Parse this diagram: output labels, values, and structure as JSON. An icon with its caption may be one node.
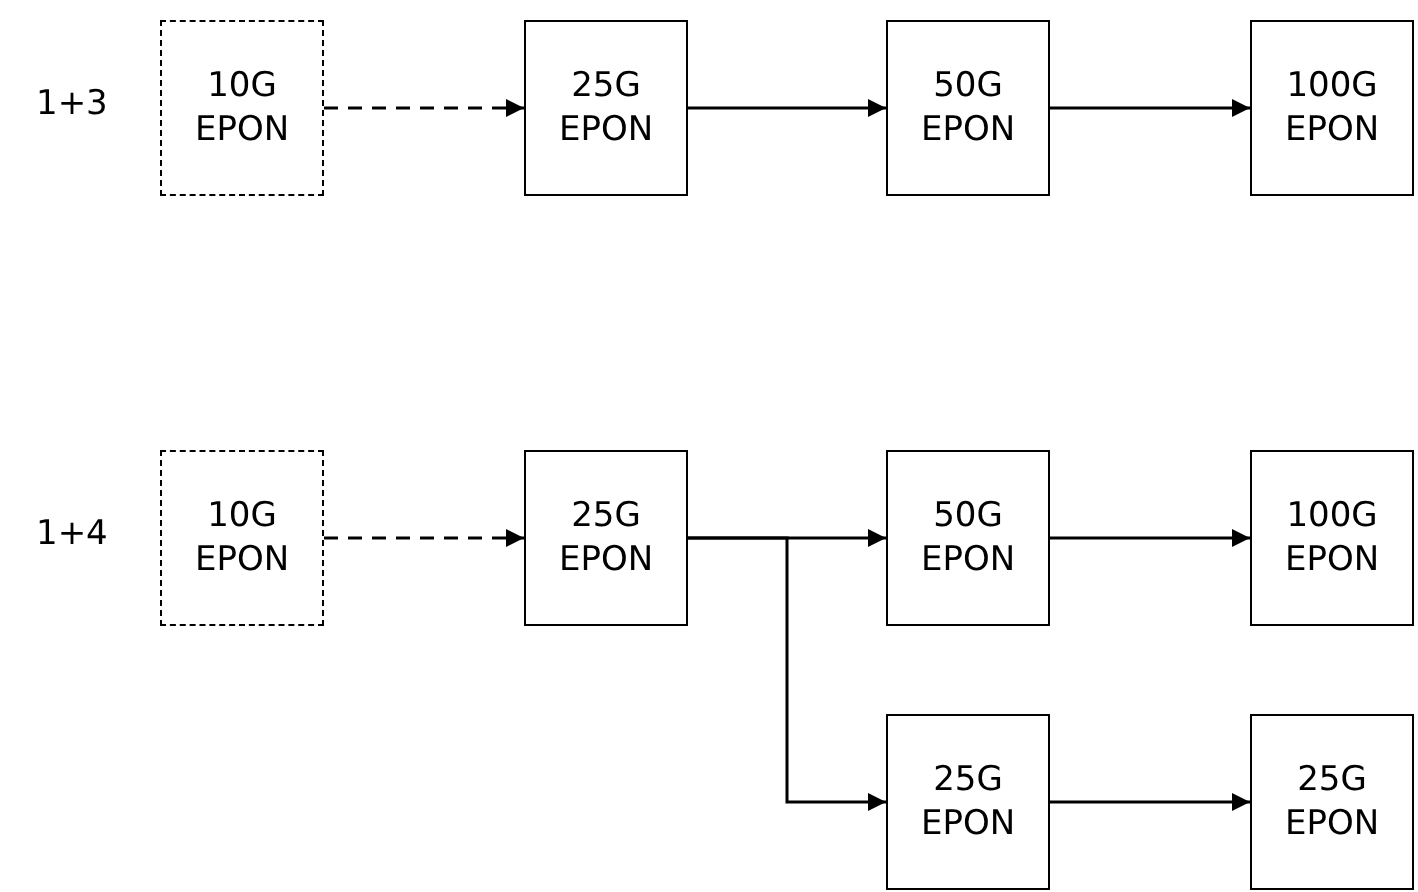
{
  "diagram": {
    "nodes": [
      {
        "text": [
          "10G EPON"
        ]
      },
      {
        "text": [
          "25G EPON"
        ]
      },
      {
        "text": [
          "50G EPON"
        ]
      },
      {
        "text": [
          "100G EPON"
        ]
      },
      {
        "text": [
          "10G EPON"
        ]
      },
      {
        "text": [
          "25G EPON"
        ]
      },
      {
        "text": [
          "50G EPON"
        ]
      },
      {
        "text": [
          "100G EPON"
        ]
      },
      {
        "text": [
          "25G EPON"
        ]
      },
      {
        "text": [
          "25G EPON"
        ]
      }
    ],
    "edges": [
      {
        "from": 0,
        "to": 1,
        "arrow": "to",
        "style": "dashed"
      },
      {
        "from": 1,
        "to": 2,
        "arrow": "to"
      },
      {
        "from": 2,
        "to": 3,
        "arrow": "to"
      },
      {
        "from": 4,
        "to": 5,
        "arrow": "to",
        "style": "dashed"
      },
      {
        "from": 5,
        "to": 6,
        "arrow": "to"
      },
      {
        "from": 6,
        "to": 7,
        "arrow": "to"
      },
      {
        "from": 5,
        "to": 8,
        "arrow": "to"
      },
      {
        "from": 8,
        "to": 9,
        "arrow": "to"
      }
    ],
    "labels": [
      "1+3",
      "1+4"
    ]
  }
}
